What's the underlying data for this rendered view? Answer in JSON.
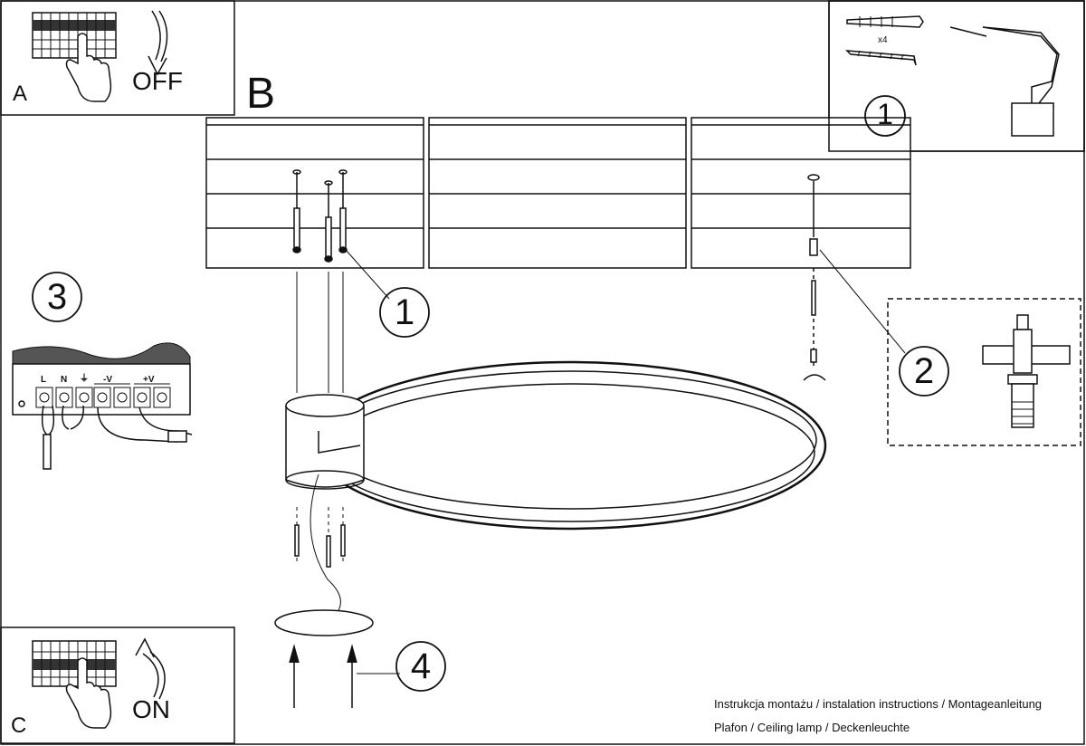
{
  "panels": {
    "a": {
      "letter": "A",
      "state": "OFF"
    },
    "b": {
      "letter": "B"
    },
    "c": {
      "letter": "C",
      "state": "ON"
    }
  },
  "steps": {
    "tools": "1",
    "drill_anchor": "1",
    "fixing_detail": "2",
    "wiring": "3",
    "mount": "4"
  },
  "hardware": {
    "quantity": "x4"
  },
  "terminal_labels": [
    "L",
    "N",
    "⏚",
    "-V",
    "+V"
  ],
  "footer": {
    "line1": "Instrukcja montażu / instalation instructions / Montageanleitung",
    "line2": "Plafon / Ceiling lamp / Deckenleuchte"
  },
  "colors": {
    "ink": "#111111",
    "paper": "#ffffff"
  }
}
